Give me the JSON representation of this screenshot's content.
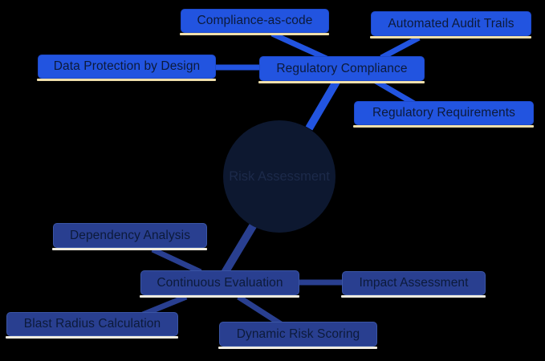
{
  "root": {
    "label": "Risk Assessment"
  },
  "branches": [
    {
      "label": "Regulatory Compliance",
      "children": [
        {
          "label": "Compliance-as-code"
        },
        {
          "label": "Automated Audit Trails"
        },
        {
          "label": "Data Protection by Design"
        },
        {
          "label": "Regulatory Requirements"
        }
      ]
    },
    {
      "label": "Continuous Evaluation",
      "children": [
        {
          "label": "Dependency Analysis"
        },
        {
          "label": "Impact Assessment"
        },
        {
          "label": "Blast Radius Calculation"
        },
        {
          "label": "Dynamic Risk Scoring"
        }
      ]
    }
  ],
  "colors": {
    "background": "#000000",
    "branch1_fill": "#2254e0",
    "branch1_border": "#1d49c9",
    "branch1_underline": "#efdfab",
    "branch2_fill": "#293f90",
    "branch2_border": "#3a55a5",
    "branch2_underline": "#f0ece0",
    "root_fill": "#0d1830",
    "root_text": "#1c2a4a",
    "node_text": "#0c1a3a"
  }
}
